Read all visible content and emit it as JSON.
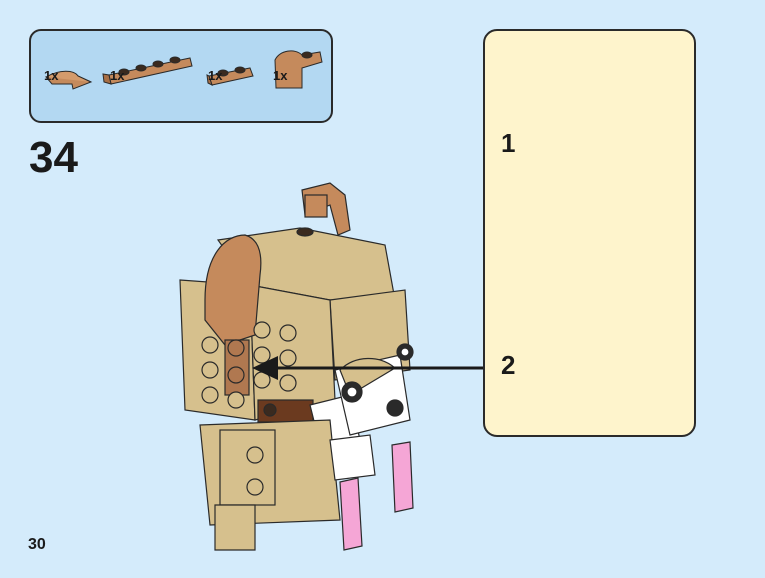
{
  "page": {
    "number": "30",
    "step_number": "34"
  },
  "parts_list": {
    "items": [
      {
        "name": "slope-curved-1x2",
        "color": "medium-nougat",
        "quantity": "1x"
      },
      {
        "name": "plate-1x4",
        "color": "medium-nougat",
        "quantity": "1x"
      },
      {
        "name": "plate-1x2",
        "color": "medium-nougat",
        "quantity": "1x"
      },
      {
        "name": "slope-curved-2x1-with-plate",
        "color": "medium-nougat",
        "quantity": "1x"
      }
    ]
  },
  "sub_assembly": {
    "steps": [
      {
        "number": "1"
      },
      {
        "number": "2"
      }
    ]
  },
  "colors": {
    "background": "#d4ebfb",
    "parts_box": "#b3d8f2",
    "sub_box": "#fef4cc",
    "brick_nougat": "#c58a5c",
    "brick_tan": "#d6c08d",
    "arrow_red": "#d6202f",
    "pink": "#f5a6d6"
  }
}
